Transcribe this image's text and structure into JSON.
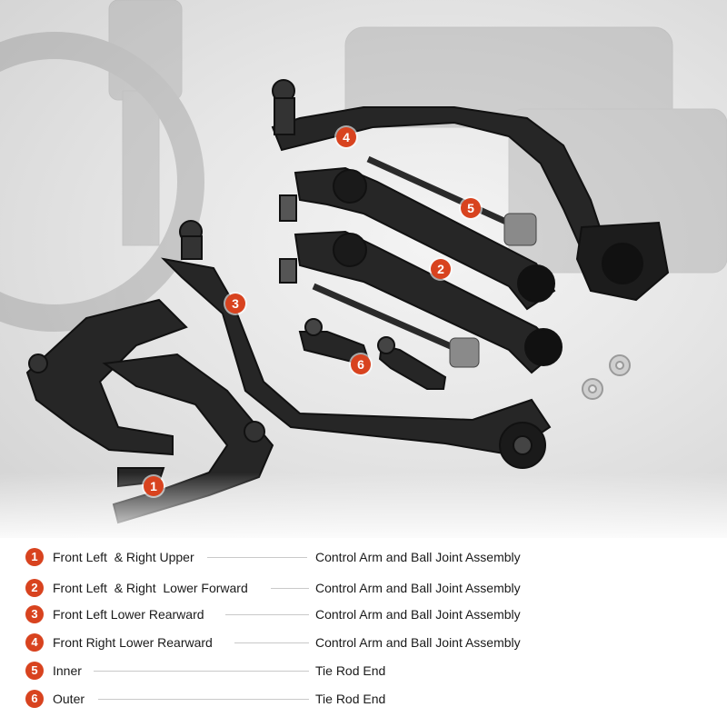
{
  "badges": [
    "1",
    "2",
    "3",
    "4",
    "5",
    "6"
  ],
  "legend": [
    {
      "num": "1",
      "name": "Front Left  & Right Upper",
      "desc": "Control Arm and Ball Joint Assembly"
    },
    {
      "num": "2",
      "name": "Front Left  & Right  Lower Forward",
      "desc": "Control Arm and Ball Joint Assembly"
    },
    {
      "num": "3",
      "name": "Front Left Lower Rearward",
      "desc": "Control Arm and Ball Joint Assembly"
    },
    {
      "num": "4",
      "name": "Front Right Lower Rearward",
      "desc": "Control Arm and Ball Joint Assembly"
    },
    {
      "num": "5",
      "name": "Inner",
      "desc": "Tie Rod End"
    },
    {
      "num": "6",
      "name": "Outer",
      "desc": "Tie Rod End"
    }
  ],
  "colors": {
    "accent": "#d8431f",
    "part": "#262626",
    "background": "#e6e6e6"
  }
}
